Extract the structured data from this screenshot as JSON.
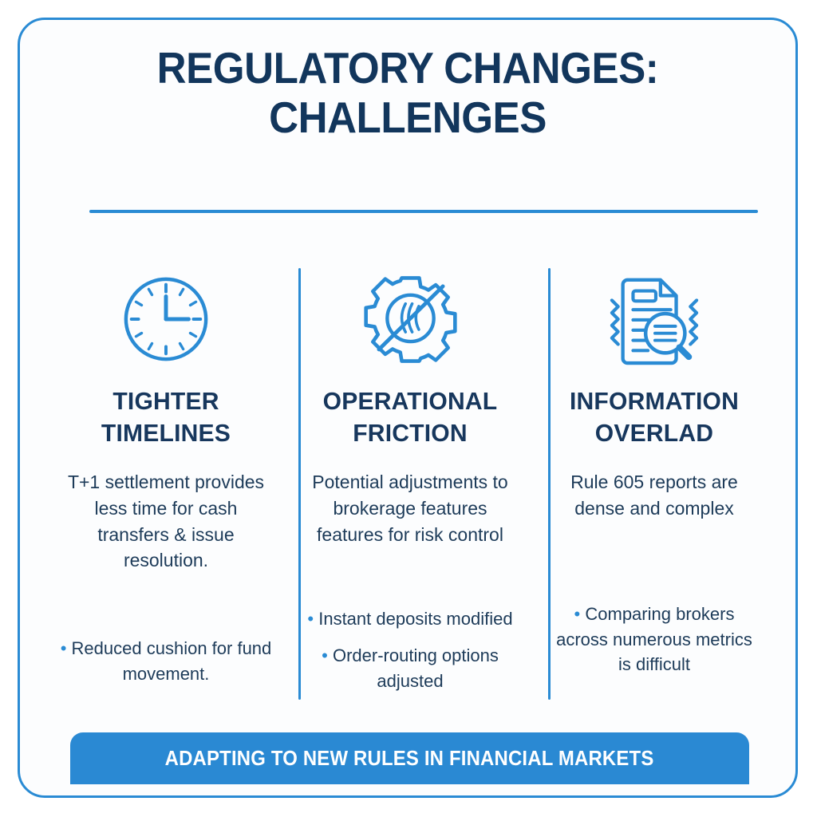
{
  "header": {
    "title": "REGULATORY CHANGES: CHALLENGES"
  },
  "colors": {
    "accent_blue": "#2a8bd4",
    "heading_navy": "#17375d",
    "body_navy": "#1d3b59",
    "card_background": "#fcfdfe",
    "banner_blue": "#2a89d3",
    "banner_text": "#ffffff"
  },
  "columns": [
    {
      "icon": "clock-icon",
      "heading": "TIGHTER TIMELINES",
      "body": "T+1 settlement provides less time for cash transfers & issue resolution.",
      "bullets": [
        "Reduced cushion for fund movement."
      ]
    },
    {
      "icon": "gear-disabled-icon",
      "heading": "OPERATIONAL FRICTION",
      "body": "Potential adjustments to brokerage features features for risk control",
      "bullets": [
        "Instant deposits modified",
        "Order-routing options adjusted"
      ]
    },
    {
      "icon": "document-magnifier-icon",
      "heading": "INFORMATION OVERLAD",
      "body": "Rule 605 reports are dense and complex",
      "bullets": [
        "Comparing brokers across numerous metrics is difficult"
      ]
    }
  ],
  "footer": {
    "text": "ADAPTING TO NEW RULES IN FINANCIAL MARKETS"
  },
  "bullet_glyph": "•"
}
